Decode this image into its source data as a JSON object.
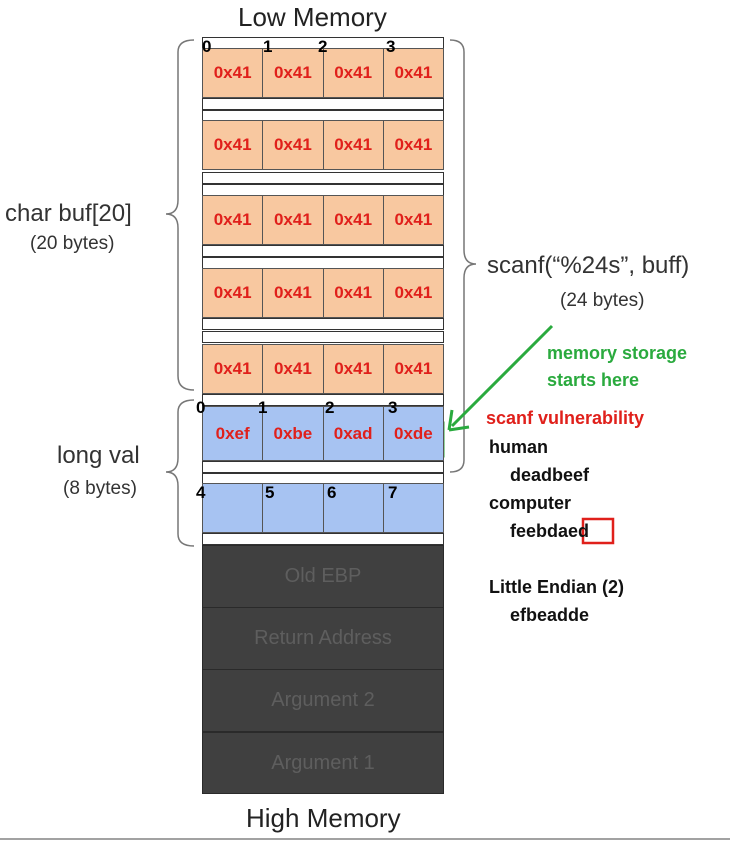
{
  "titles": {
    "top": "Low Memory",
    "bottom": "High Memory"
  },
  "buf": {
    "label": "char buf[20]",
    "size": "(20 bytes)",
    "indices": [
      "0",
      "1",
      "2",
      "3"
    ],
    "rows": [
      [
        "0x41",
        "0x41",
        "0x41",
        "0x41"
      ],
      [
        "0x41",
        "0x41",
        "0x41",
        "0x41"
      ],
      [
        "0x41",
        "0x41",
        "0x41",
        "0x41"
      ],
      [
        "0x41",
        "0x41",
        "0x41",
        "0x41"
      ],
      [
        "0x41",
        "0x41",
        "0x41",
        "0x41"
      ]
    ]
  },
  "val": {
    "label": "long val",
    "size": "(8 bytes)",
    "indices_top": [
      "0",
      "1",
      "2",
      "3"
    ],
    "indices_bottom": [
      "4",
      "5",
      "6",
      "7"
    ],
    "row": [
      "0xef",
      "0xbe",
      "0xad",
      "0xde"
    ]
  },
  "frame": [
    "Old EBP",
    "Return Address",
    "Argument 2",
    "Argument 1"
  ],
  "scanf": {
    "label": "scanf(“%24s”, buff)",
    "size": "(24 bytes)"
  },
  "notes": {
    "storage_line1": "memory storage",
    "storage_line2": "starts here",
    "vuln": "scanf vulnerability",
    "human": "human",
    "human_value": "deadbeef",
    "computer": "computer",
    "computer_value_a": "feebda",
    "computer_value_b": "ed",
    "endian": "Little Endian (2)",
    "endian_value": "efbeadde"
  },
  "colors": {
    "buffer": "#f8c8a0",
    "val": "#a7c3f2",
    "frame": "#404040",
    "hex_text": "#e0201b",
    "green": "#2aaa3e"
  }
}
